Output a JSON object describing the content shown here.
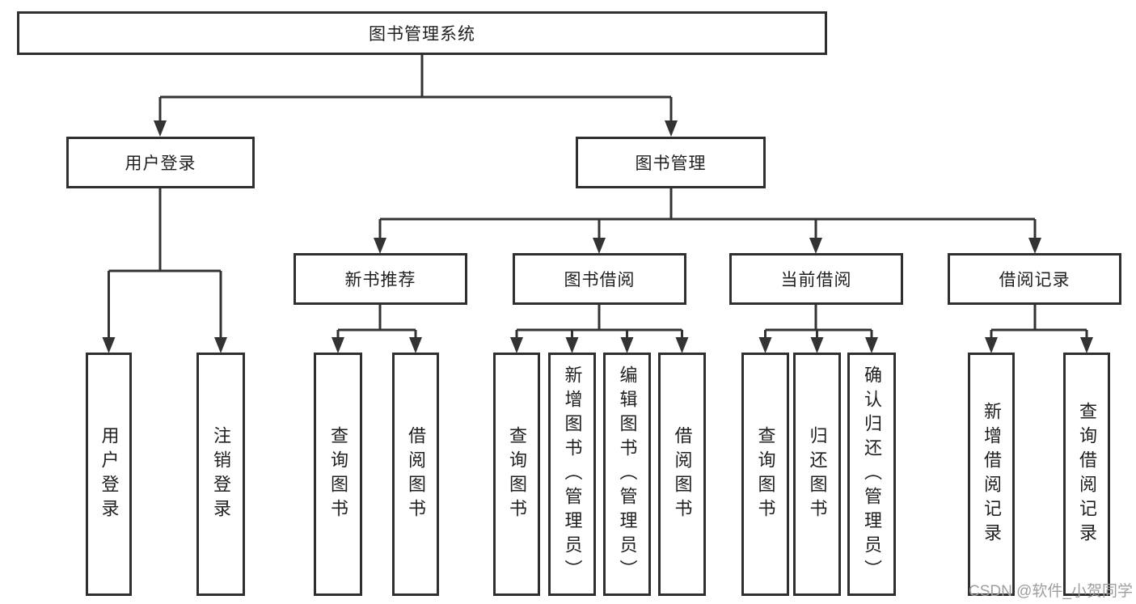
{
  "diagram": {
    "root": {
      "label": "图书管理系统"
    },
    "branches": [
      {
        "label": "用户登录",
        "children": [
          {
            "label": "用户登录"
          },
          {
            "label": "注销登录"
          }
        ]
      },
      {
        "label": "图书管理",
        "children": [
          {
            "label": "新书推荐",
            "children": [
              {
                "label": "查询图书"
              },
              {
                "label": "借阅图书"
              }
            ]
          },
          {
            "label": "图书借阅",
            "children": [
              {
                "label": "查询图书"
              },
              {
                "label": "新增图书（管理员）"
              },
              {
                "label": "编辑图书（管理员）"
              },
              {
                "label": "借阅图书"
              }
            ]
          },
          {
            "label": "当前借阅",
            "children": [
              {
                "label": "查询图书"
              },
              {
                "label": "归还图书"
              },
              {
                "label": "确认归还（管理员）"
              }
            ]
          },
          {
            "label": "借阅记录",
            "children": [
              {
                "label": "新增借阅记录"
              },
              {
                "label": "查询借阅记录"
              }
            ]
          }
        ]
      }
    ]
  },
  "watermark": {
    "text": "CSDN @软件_小贺同学"
  },
  "colors": {
    "line": "#333333",
    "box_border": "#2f2f2f",
    "text": "#1f1f1f",
    "watermark_text": "#9e9e9e",
    "background": "#ffffff"
  }
}
